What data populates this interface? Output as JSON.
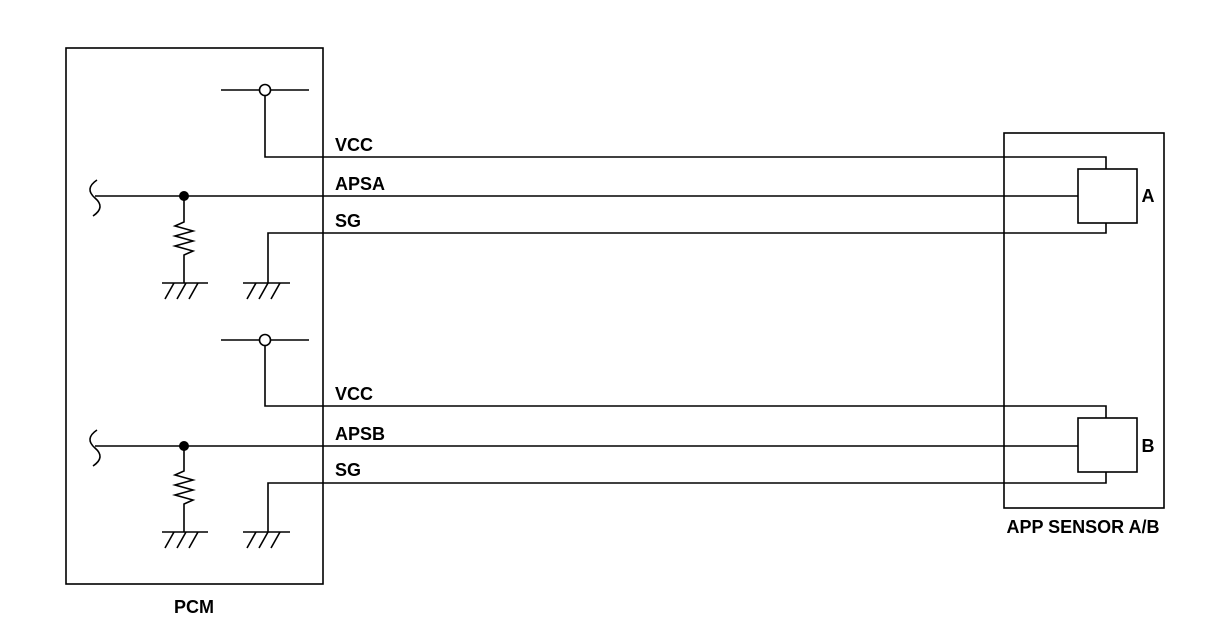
{
  "pcm": {
    "label": "PCM"
  },
  "sensor": {
    "label": "APP SENSOR A/B",
    "element_a": "A",
    "element_b": "B"
  },
  "circuit_a": {
    "vcc": "VCC",
    "signal": "APSA",
    "ground": "SG"
  },
  "circuit_b": {
    "vcc": "VCC",
    "signal": "APSB",
    "ground": "SG"
  }
}
